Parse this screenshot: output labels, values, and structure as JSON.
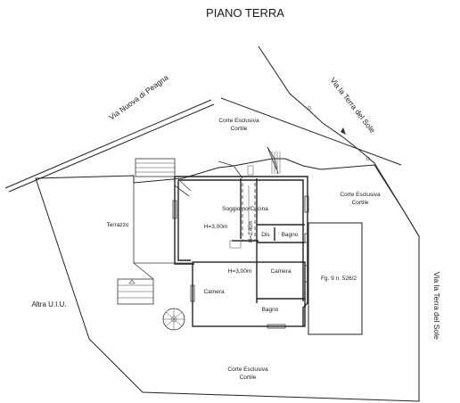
{
  "title": "PIANO TERRA",
  "roads": {
    "via_nuova": "Via Nuova di Peagna",
    "via_terra_upper": "Via la Terra del Sole",
    "via_terra_right": "Via la Terra del Sole"
  },
  "areas": {
    "corte_top": {
      "line1": "Corte Esclusiva",
      "line2": "Cortile"
    },
    "corte_right": {
      "line1": "Corte Esclusiva",
      "line2": "Cortile"
    },
    "corte_bottom": {
      "line1": "Corte Esclusiva",
      "line2": "Cortile"
    },
    "terrazzo": "Terrazzo",
    "altra_uiu": "Altra U.I.U.",
    "parcel": "Fg. 9 n. 526/2"
  },
  "rooms": {
    "soggiorno": "Soggiorno/Cucina",
    "soggiorno_height": "H=3,00m",
    "dis": "Dis",
    "bagno_upper": "Bagno",
    "bagno_lower": "Bagno",
    "camera_right": "Camera",
    "camera_left": "Camera",
    "camera_left_height": "H=3,00m",
    "stair_height": "H=2,40m"
  }
}
